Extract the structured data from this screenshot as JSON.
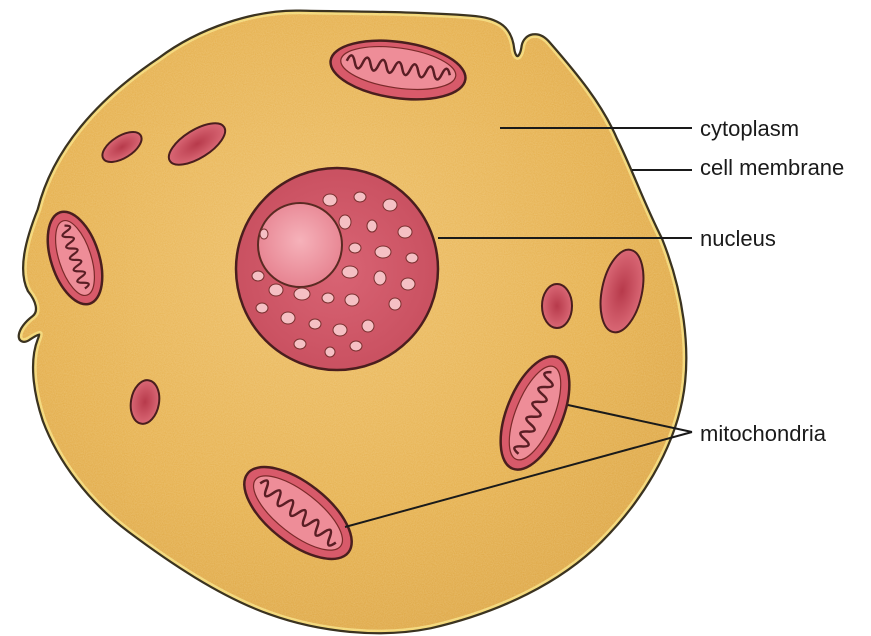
{
  "labels": {
    "cytoplasm": "cytoplasm",
    "cell_membrane": "cell membrane",
    "nucleus": "nucleus",
    "mitochondria": "mitochondria"
  },
  "colors": {
    "cytoplasm": "#e8b54e",
    "membrane_outer": "#3b3320",
    "membrane_inner": "#f3d87a",
    "organelle": "#d85a6a",
    "organelle_light": "#ee8d98",
    "nucleolus": "#f09aa4",
    "outline": "#5a2a22"
  }
}
